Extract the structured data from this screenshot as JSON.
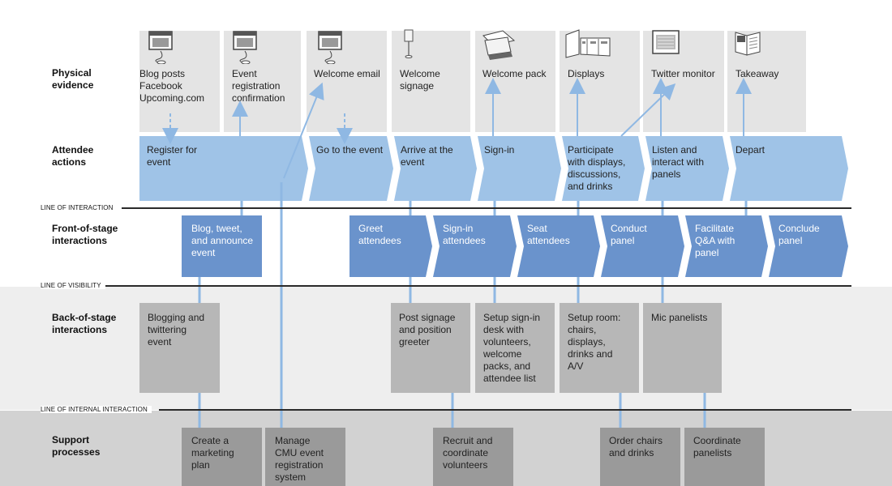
{
  "rows": {
    "physical_evidence": "Physical\nevidence",
    "attendee_actions": "Attendee\nactions",
    "front_of_stage": "Front-of-stage\ninteractions",
    "back_of_stage": "Back-of-stage\ninteractions",
    "support_processes": "Support\nprocesses"
  },
  "lines": {
    "interaction": "LINE OF INTERACTION",
    "visibility": "LINE OF VISIBILITY",
    "internal_interaction": "LINE OF INTERNAL INTERACTION"
  },
  "physical_evidence": [
    {
      "icon": "browser-window-icon",
      "text": "Blog posts\nFacebook\nUpcoming.com"
    },
    {
      "icon": "browser-window-icon",
      "text": "Event\nregistration\nconfirmation"
    },
    {
      "icon": "browser-window-icon",
      "text": "Welcome email"
    },
    {
      "icon": "signpost-icon",
      "text": "Welcome\nsignage"
    },
    {
      "icon": "envelope-pack-icon",
      "text": "Welcome pack"
    },
    {
      "icon": "display-panels-icon",
      "text": "Displays"
    },
    {
      "icon": "monitor-icon",
      "text": "Twitter monitor"
    },
    {
      "icon": "booklet-icon",
      "text": "Takeaway"
    }
  ],
  "attendee_actions": [
    "Register for\nevent",
    "Go to the event",
    "Arrive at the\nevent",
    "Sign-in",
    "Participate\nwith displays,\ndiscussions,\nand drinks",
    "Listen and\ninteract with\npanels",
    "Depart"
  ],
  "front_of_stage": [
    "Blog, tweet,\nand announce\nevent",
    "Greet\nattendees",
    "Sign-in\nattendees",
    "Seat\nattendees",
    "Conduct\npanel",
    "Facilitate\nQ&A with\npanel",
    "Conclude\npanel"
  ],
  "back_of_stage": [
    "Blogging and\ntwittering\nevent",
    "Post signage\nand position\ngreeter",
    "Setup sign-in\ndesk with\nvolunteers,\nwelcome\npacks, and\nattendee list",
    "Setup room:\nchairs,\ndisplays,\ndrinks and\nA/V",
    "Mic panelists"
  ],
  "support_processes": [
    "Create a\nmarketing\nplan",
    "Manage\nCMU event\nregistration\nsystem",
    "Recruit and\ncoordinate\nvolunteers",
    "Order chairs\nand drinks",
    "Coordinate\npanelists"
  ],
  "colors": {
    "attendee": "#9fc3e7",
    "front": "#6a93cc",
    "evidence": "#e4e4e4",
    "back": "#b7b7b7",
    "support": "#9a9a9a",
    "connector": "#8fb8e3",
    "separator": "#2a2a2a"
  }
}
